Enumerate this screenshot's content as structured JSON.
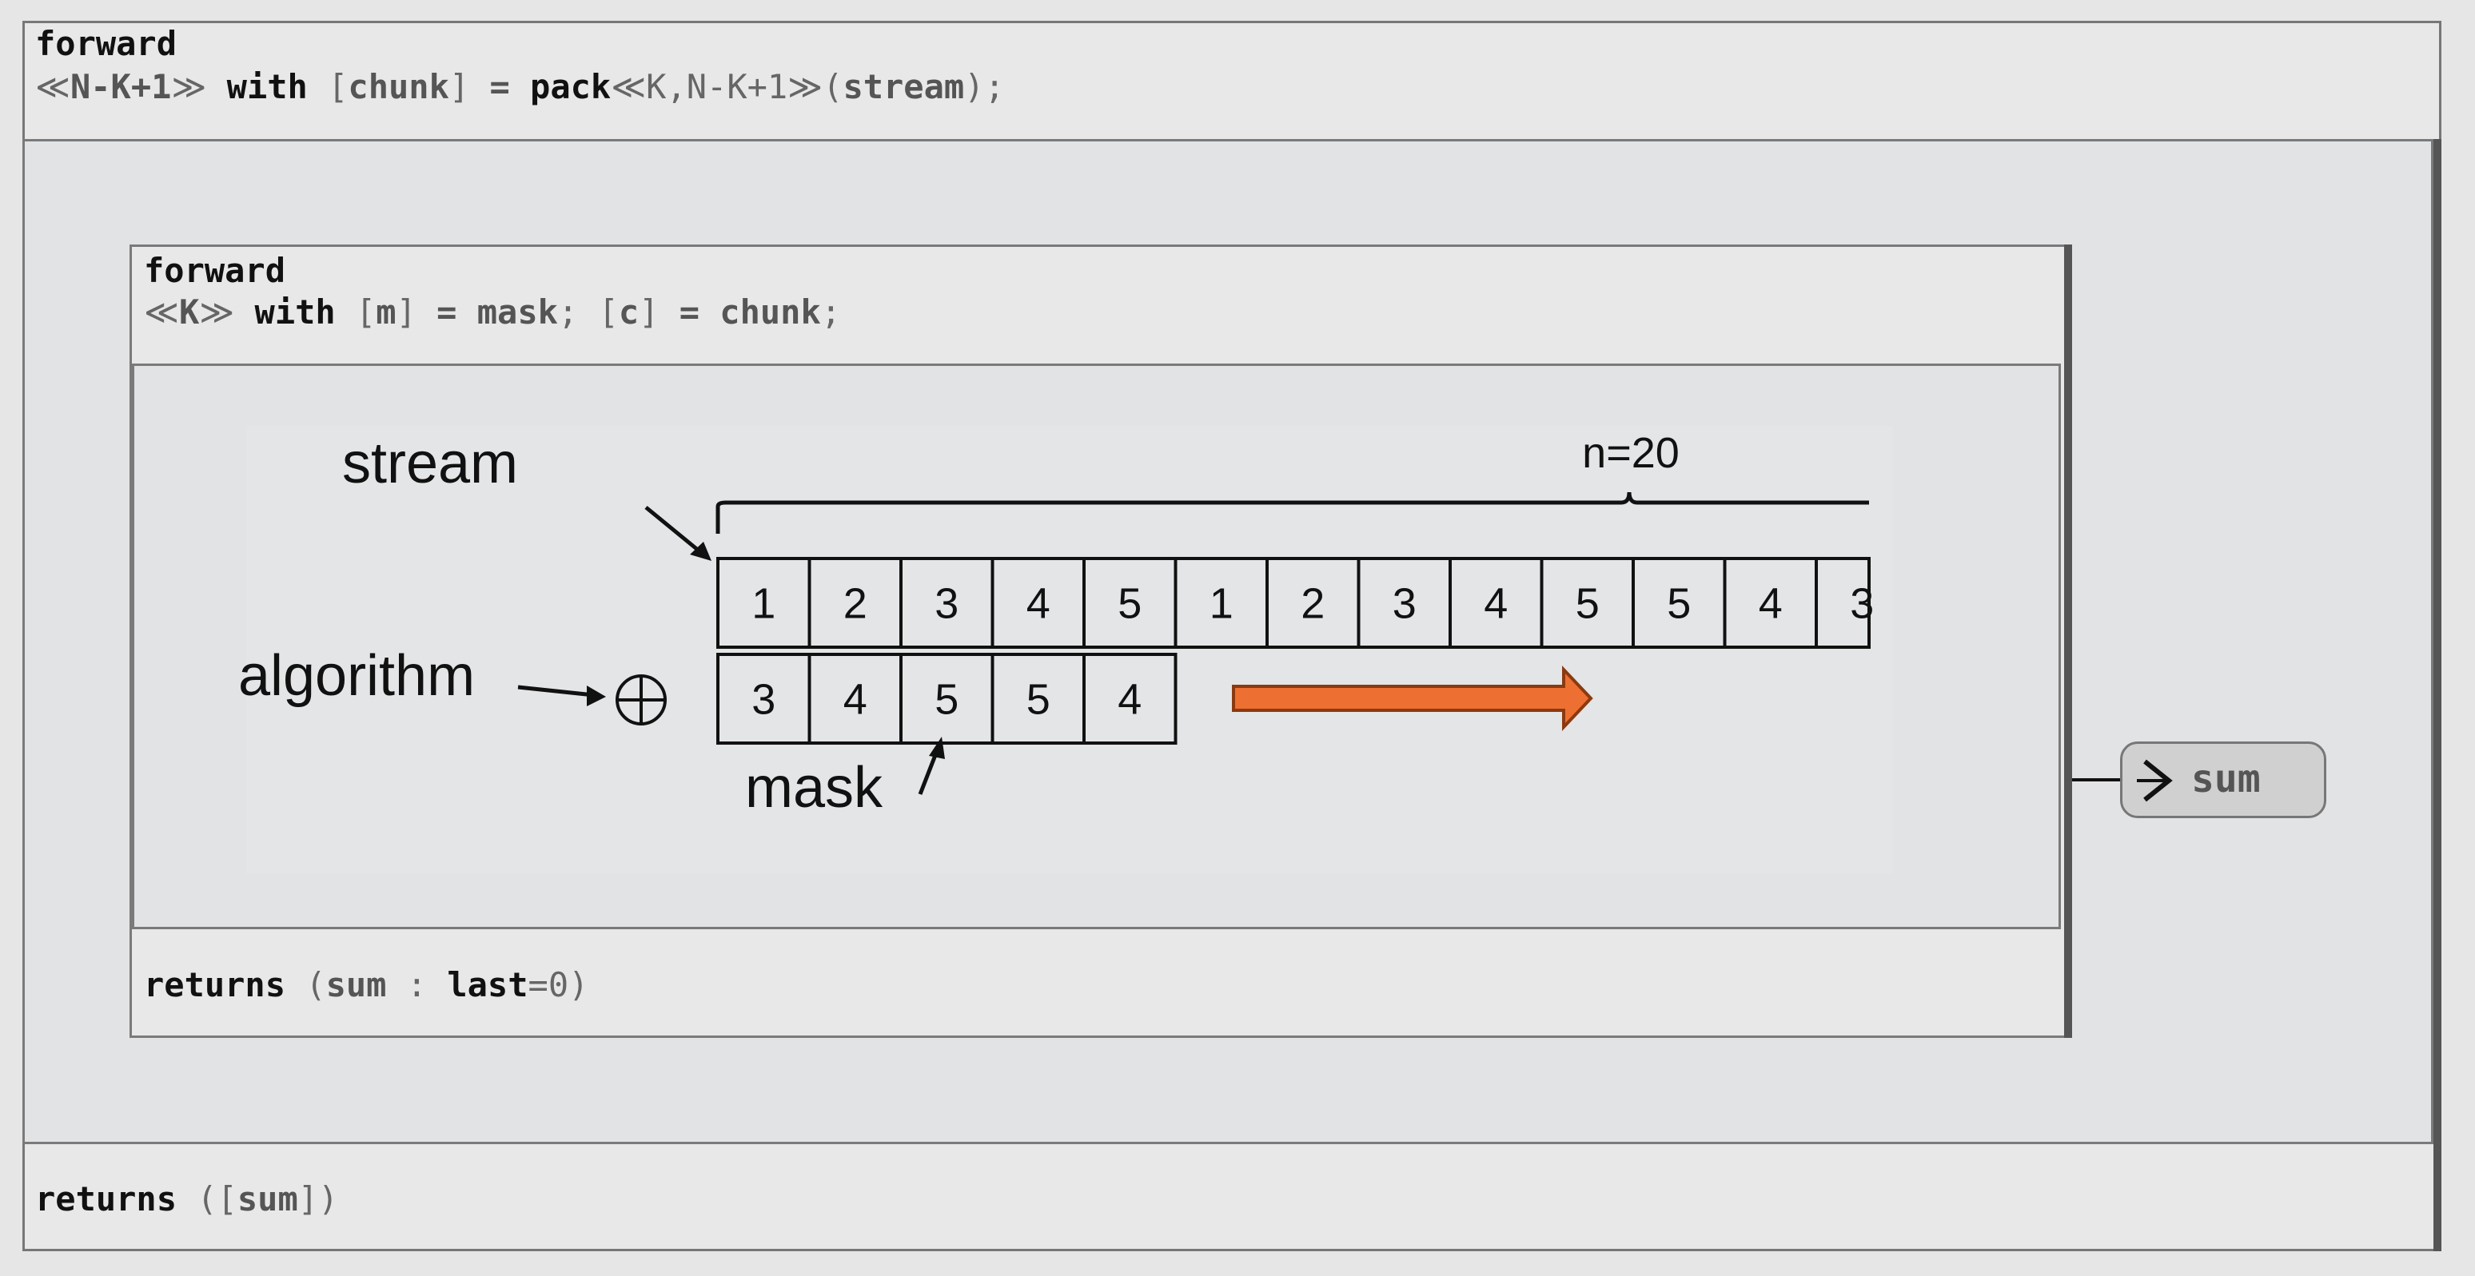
{
  "outer": {
    "keyword": "forward",
    "sig_open": "≪",
    "sig_expr": "N-K+1",
    "sig_close": "≫",
    "with_kw": "with",
    "bind_open": "[",
    "bind_var": "chunk",
    "bind_close": "]",
    "eq": "=",
    "func": "pack",
    "args_open": "≪K,N-K+1≫(",
    "arg_var": "stream",
    "args_close": ");",
    "returns_kw": "returns",
    "returns_open": "([",
    "returns_var": "sum",
    "returns_close": "])"
  },
  "inner": {
    "keyword": "forward",
    "sig_open": "≪",
    "sig_expr": "K",
    "sig_close": "≫",
    "with_kw": "with",
    "b1_open": "[",
    "b1_var": "m",
    "b1_close": "]",
    "b1_eq": "=",
    "b1_val": "mask",
    "b1_semi": ";",
    "b2_open": "[",
    "b2_var": "c",
    "b2_close": "]",
    "b2_eq": "=",
    "b2_val": "chunk",
    "b2_semi": ";",
    "returns_kw": "returns",
    "returns_open": "(",
    "returns_var": "sum",
    "returns_colon": ":",
    "returns_last_kw": "last",
    "returns_eq": "=",
    "returns_default": "0",
    "returns_close": ")"
  },
  "output_pill": {
    "label": "sum",
    "arrow_icon": "chevron-right-icon"
  },
  "figure": {
    "stream_label": "stream",
    "algorithm_label": "algorithm",
    "mask_label": "mask",
    "n_label": "n=20",
    "operator_symbol": "⊕",
    "stream_values": [
      "1",
      "2",
      "3",
      "4",
      "5",
      "1",
      "2",
      "3",
      "4",
      "5",
      "5",
      "4",
      "3"
    ],
    "mask_values": [
      "3",
      "4",
      "5",
      "5",
      "4"
    ],
    "arrow_color": "#ed7032",
    "arrow_stroke": "#8b3a10"
  }
}
